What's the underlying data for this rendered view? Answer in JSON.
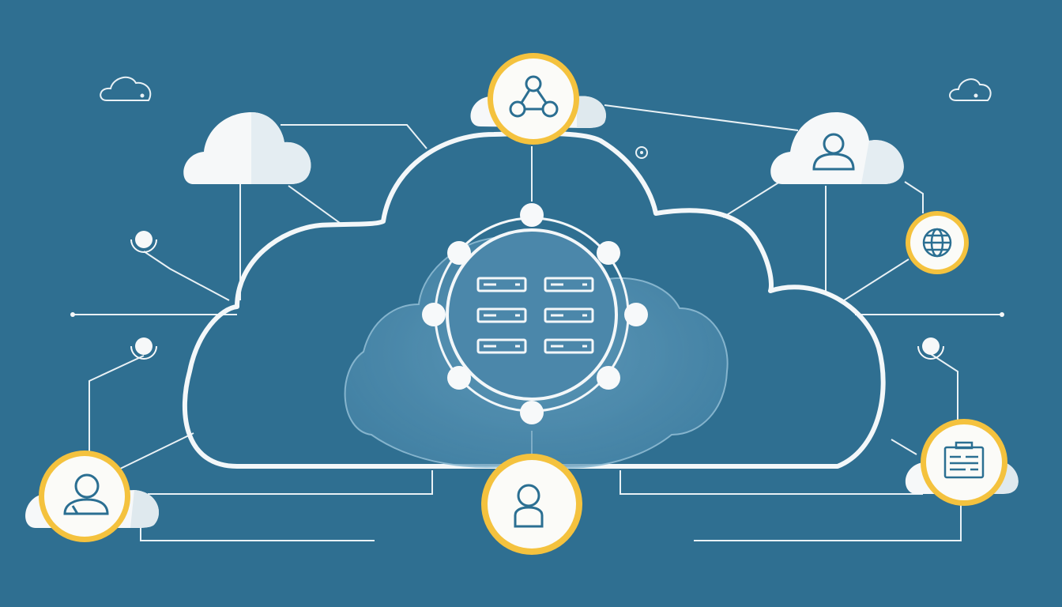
{
  "colors": {
    "background": "#2f6f91",
    "line": "#e9f1f5",
    "cloud_white": "#f6f8f9",
    "cloud_shade": "#dfe9ee",
    "badge_ring": "#f4c23e",
    "badge_fill": "#fbfbf8",
    "icon_stroke": "#2b6f92",
    "inner_glow": "#5a97b8"
  },
  "diagram": {
    "central_node": {
      "icon": "server-rack-icon",
      "satellites": 8
    },
    "badges": [
      {
        "id": "top",
        "icon": "network-share-icon"
      },
      {
        "id": "right-user",
        "icon": "user-icon"
      },
      {
        "id": "right-globe",
        "icon": "globe-icon"
      },
      {
        "id": "right-bottom",
        "icon": "server-panel-icon"
      },
      {
        "id": "bottom",
        "icon": "user-icon"
      },
      {
        "id": "left-bottom",
        "icon": "user-icon"
      }
    ],
    "decorative": [
      "small-cloud-icon",
      "small-cloud-icon",
      "connector-dot-icon"
    ]
  }
}
